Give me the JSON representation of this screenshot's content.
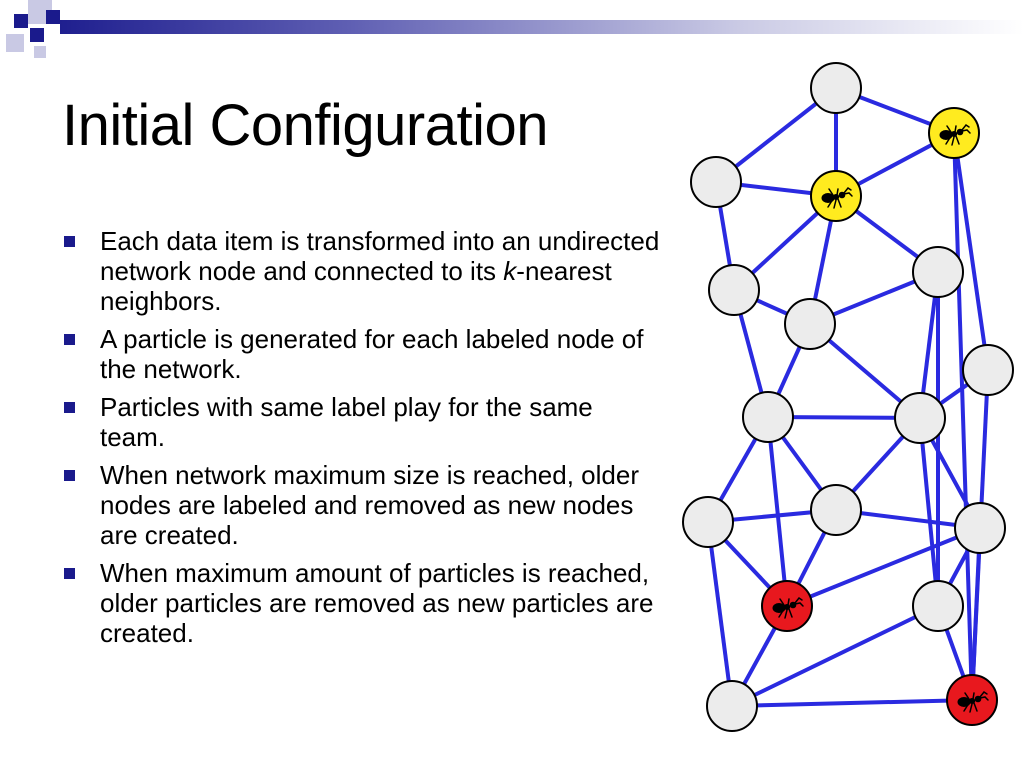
{
  "slide": {
    "title": "Initial Configuration",
    "bullets": [
      {
        "pre": "Each data item is transformed into an undirected network node and connected to its ",
        "italic": "k",
        "post": "-nearest neighbors."
      },
      {
        "pre": "A particle is generated for each labeled node of the network.",
        "italic": "",
        "post": ""
      },
      {
        "pre": "Particles with same label play for the same team.",
        "italic": "",
        "post": ""
      },
      {
        "pre": "When network maximum size is reached, older nodes are labeled and removed as new nodes are created.",
        "italic": "",
        "post": ""
      },
      {
        "pre": "When maximum amount of particles is reached, older particles are removed as new particles are created.",
        "italic": "",
        "post": ""
      }
    ]
  },
  "colors": {
    "accent": "#1a1a8c",
    "edge": "#2a2ae0",
    "node_fill": "#ececec",
    "team_yellow": "#ffeb1f",
    "team_red": "#e8181e"
  },
  "icons": {
    "bullet": "square-bullet-icon",
    "particle": "ant-icon"
  },
  "network": {
    "nodes": [
      {
        "id": "n01",
        "team": "none"
      },
      {
        "id": "n02",
        "team": "yellow"
      },
      {
        "id": "n03",
        "team": "none"
      },
      {
        "id": "n04",
        "team": "yellow"
      },
      {
        "id": "n05",
        "team": "none"
      },
      {
        "id": "n06",
        "team": "none"
      },
      {
        "id": "n07",
        "team": "none"
      },
      {
        "id": "n08",
        "team": "none"
      },
      {
        "id": "n09",
        "team": "none"
      },
      {
        "id": "n10",
        "team": "none"
      },
      {
        "id": "n11",
        "team": "none"
      },
      {
        "id": "n12",
        "team": "none"
      },
      {
        "id": "n13",
        "team": "none"
      },
      {
        "id": "n14",
        "team": "red"
      },
      {
        "id": "n15",
        "team": "none"
      },
      {
        "id": "n16",
        "team": "none"
      },
      {
        "id": "n17",
        "team": "none"
      },
      {
        "id": "n18",
        "team": "red"
      }
    ],
    "edges": [
      [
        "n01",
        "n02"
      ],
      [
        "n01",
        "n04"
      ],
      [
        "n01",
        "n03"
      ],
      [
        "n03",
        "n04"
      ],
      [
        "n03",
        "n06"
      ],
      [
        "n02",
        "n04"
      ],
      [
        "n02",
        "n09"
      ],
      [
        "n02",
        "n18"
      ],
      [
        "n04",
        "n06"
      ],
      [
        "n04",
        "n07"
      ],
      [
        "n04",
        "n05"
      ],
      [
        "n06",
        "n07"
      ],
      [
        "n06",
        "n10"
      ],
      [
        "n07",
        "n05"
      ],
      [
        "n07",
        "n10"
      ],
      [
        "n07",
        "n11"
      ],
      [
        "n05",
        "n11"
      ],
      [
        "n05",
        "n16"
      ],
      [
        "n09",
        "n11"
      ],
      [
        "n09",
        "n18"
      ],
      [
        "n11",
        "n10"
      ],
      [
        "n10",
        "n12"
      ],
      [
        "n10",
        "n14"
      ],
      [
        "n11",
        "n13"
      ],
      [
        "n11",
        "n15"
      ],
      [
        "n11",
        "n16"
      ],
      [
        "n10",
        "n13"
      ],
      [
        "n12",
        "n13"
      ],
      [
        "n12",
        "n14"
      ],
      [
        "n12",
        "n17"
      ],
      [
        "n13",
        "n15"
      ],
      [
        "n13",
        "n14"
      ],
      [
        "n15",
        "n16"
      ],
      [
        "n15",
        "n18"
      ],
      [
        "n16",
        "n18"
      ],
      [
        "n14",
        "n15"
      ],
      [
        "n14",
        "n17"
      ],
      [
        "n16",
        "n17"
      ],
      [
        "n17",
        "n18"
      ]
    ]
  }
}
